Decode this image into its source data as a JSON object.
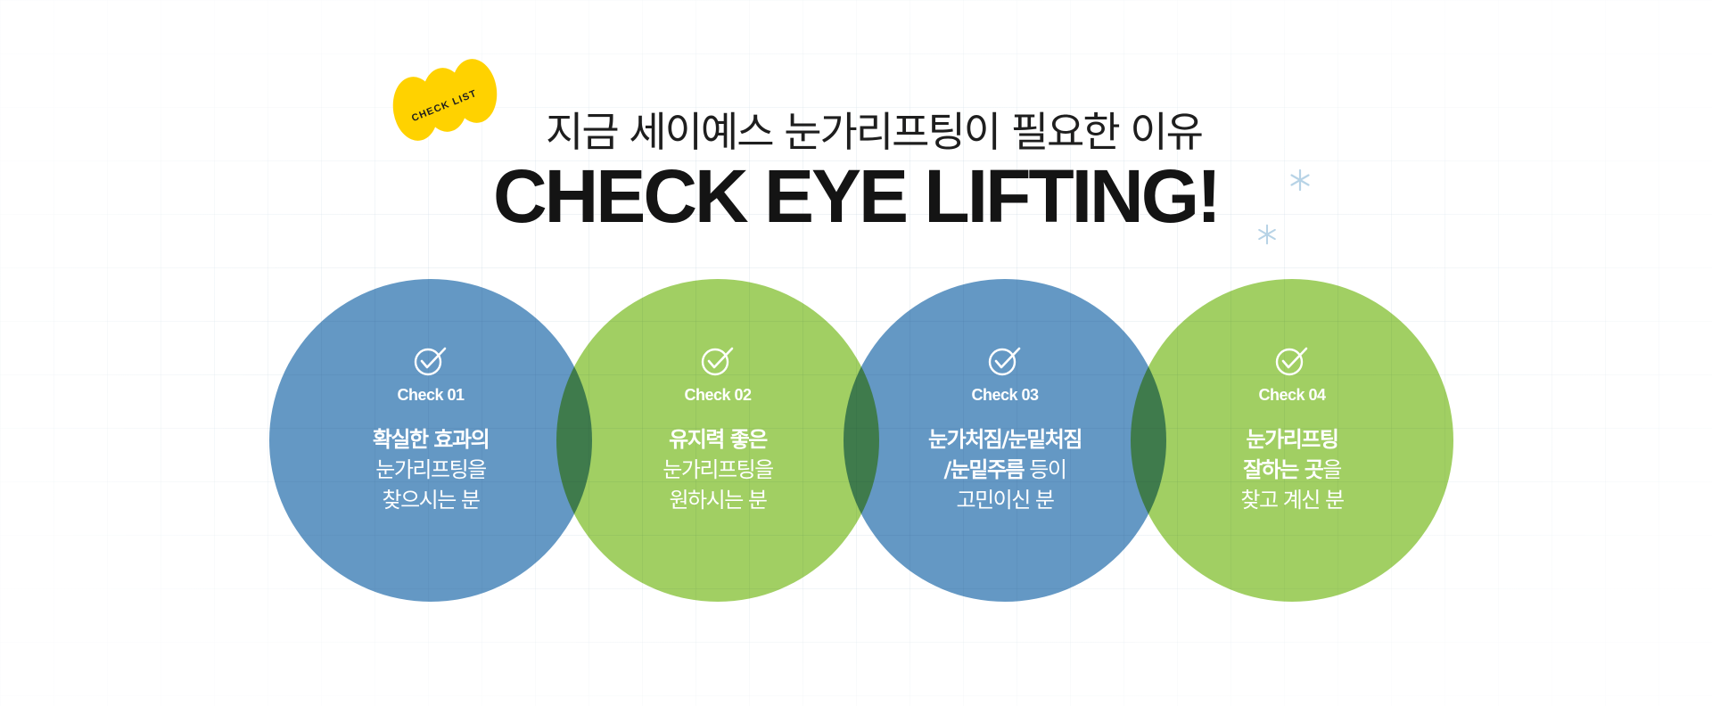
{
  "badge": {
    "text": "CHECK LIST",
    "color": "#ffd200"
  },
  "header": {
    "subtitle": "지금 세이예스 눈가리프팅이 필요한 이유",
    "title": "CHECK EYE LIFTING!"
  },
  "colors": {
    "blue": "#6498c4",
    "green": "#a1cf63",
    "sparkle": "#b7d3e6"
  },
  "checks": [
    {
      "label": "Check 01",
      "color": "blue",
      "lines": [
        [
          {
            "text": "확실한 효과의",
            "bold": true
          }
        ],
        [
          {
            "text": "눈가리프팅을",
            "bold": false
          }
        ],
        [
          {
            "text": "찾으시는 분",
            "bold": false
          }
        ]
      ]
    },
    {
      "label": "Check 02",
      "color": "green",
      "lines": [
        [
          {
            "text": "유지력 좋은",
            "bold": true
          }
        ],
        [
          {
            "text": "눈가리프팅을",
            "bold": false
          }
        ],
        [
          {
            "text": "원하시는 분",
            "bold": false
          }
        ]
      ]
    },
    {
      "label": "Check 03",
      "color": "blue",
      "lines": [
        [
          {
            "text": "눈가처짐/눈밑처짐",
            "bold": true
          }
        ],
        [
          {
            "text": "/눈밑주름",
            "bold": true
          },
          {
            "text": " 등이",
            "bold": false
          }
        ],
        [
          {
            "text": "고민이신 분",
            "bold": false
          }
        ]
      ]
    },
    {
      "label": "Check 04",
      "color": "green",
      "lines": [
        [
          {
            "text": "눈가리프팅",
            "bold": true
          }
        ],
        [
          {
            "text": "잘하는 곳",
            "bold": true
          },
          {
            "text": "을",
            "bold": false
          }
        ],
        [
          {
            "text": "찾고 계신 분",
            "bold": false
          }
        ]
      ]
    }
  ]
}
